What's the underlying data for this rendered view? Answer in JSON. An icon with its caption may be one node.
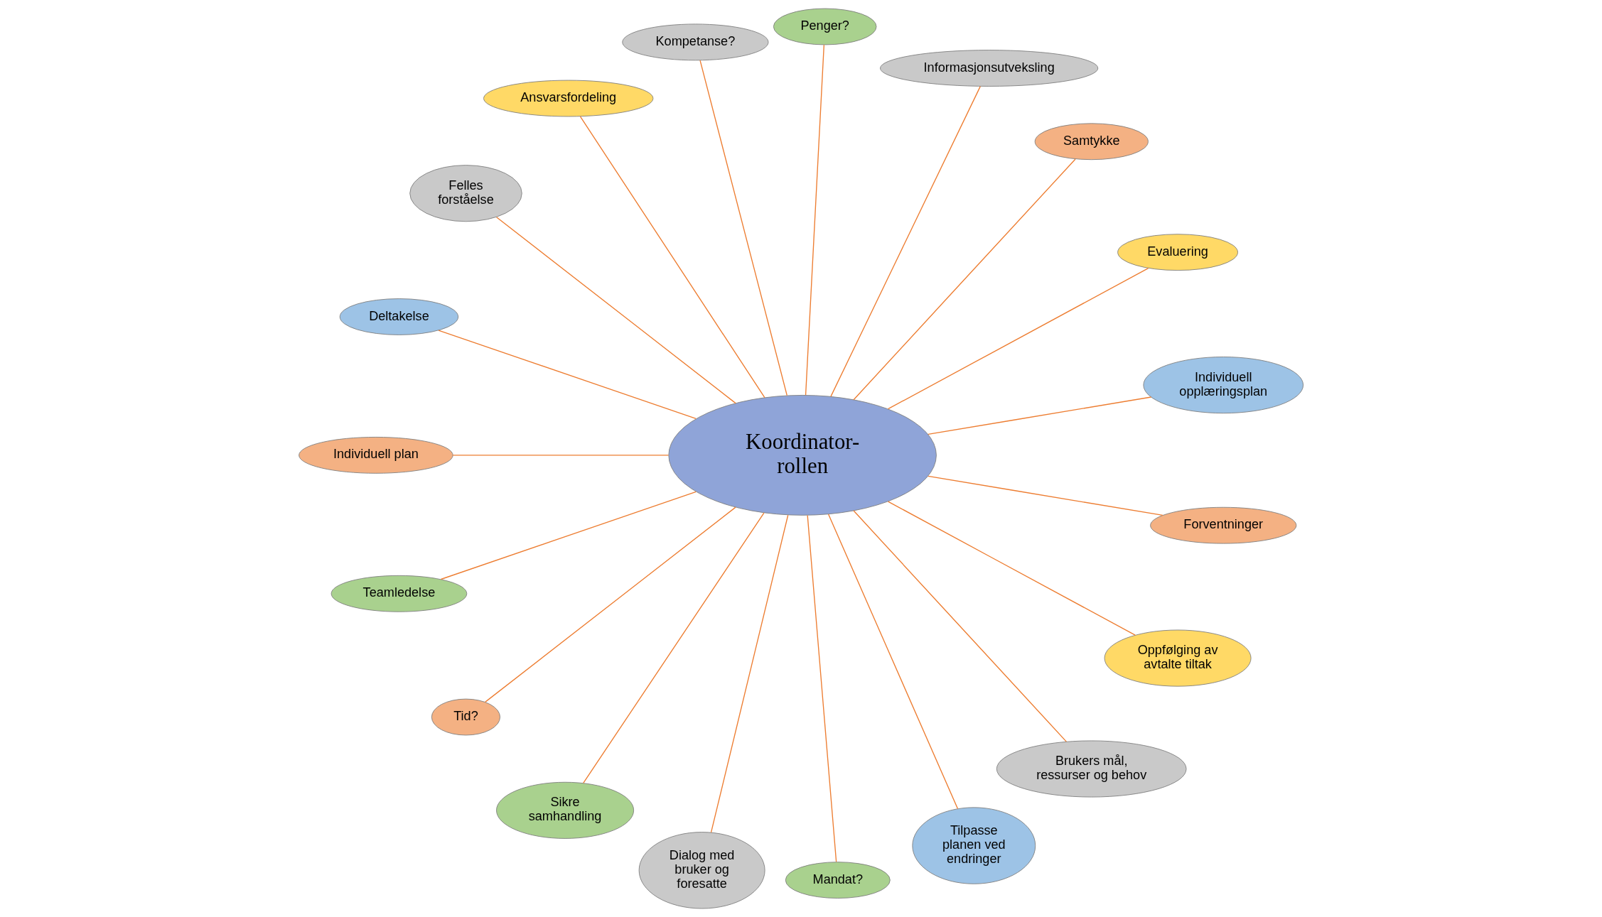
{
  "diagram": {
    "nodes": [
      {
        "text": [
          "Koordinator- rollen"
        ]
      },
      {
        "text": [
          "Individuell opplæringsplan"
        ]
      },
      {
        "text": [
          "Evaluering"
        ]
      },
      {
        "text": [
          "Samtykke"
        ]
      },
      {
        "text": [
          "Informasjonsutveksling"
        ]
      },
      {
        "text": [
          "Penger?"
        ]
      },
      {
        "text": [
          "Kompetanse?"
        ]
      },
      {
        "text": [
          "Ansvarsfordeling"
        ]
      },
      {
        "text": [
          "Felles forståelse"
        ]
      },
      {
        "text": [
          "Deltakelse"
        ]
      },
      {
        "text": [
          "Individuell plan"
        ]
      },
      {
        "text": [
          "Teamledelse"
        ]
      },
      {
        "text": [
          "Tid?"
        ]
      },
      {
        "text": [
          "Sikre samhandling"
        ]
      },
      {
        "text": [
          "Dialog med bruker og foresatte"
        ]
      },
      {
        "text": [
          "Mandat?"
        ]
      },
      {
        "text": [
          "Tilpasse planen ved endringer"
        ]
      },
      {
        "text": [
          "Brukers mål, ressurser og behov"
        ]
      },
      {
        "text": [
          "Oppfølging av avtalte tiltak"
        ]
      },
      {
        "text": [
          "Forventninger"
        ]
      }
    ],
    "edges": [
      {
        "from": 0,
        "to": 2,
        "arrow": "none"
      },
      {
        "from": 0,
        "to": 3,
        "arrow": "none"
      },
      {
        "from": 0,
        "to": 6,
        "arrow": "none"
      },
      {
        "from": 0,
        "to": 4,
        "arrow": "none"
      },
      {
        "from": 0,
        "to": 7,
        "arrow": "none"
      },
      {
        "from": 0,
        "to": 9,
        "arrow": "none"
      },
      {
        "from": 0,
        "to": 11,
        "arrow": "none"
      },
      {
        "from": 0,
        "to": 12,
        "arrow": "none"
      },
      {
        "from": 0,
        "to": 14,
        "arrow": "none"
      },
      {
        "from": 0,
        "to": 19,
        "arrow": "none"
      },
      {
        "from": 0,
        "to": 18,
        "arrow": "none"
      },
      {
        "from": 0,
        "to": 15,
        "arrow": "none"
      },
      {
        "from": 0,
        "to": 17,
        "arrow": "none"
      },
      {
        "from": 0,
        "to": 16,
        "arrow": "none"
      },
      {
        "from": 0,
        "to": 13,
        "arrow": "none"
      },
      {
        "from": 0,
        "to": 10,
        "arrow": "none"
      },
      {
        "from": 0,
        "to": 8,
        "arrow": "none"
      },
      {
        "from": 0,
        "to": 1,
        "arrow": "none"
      },
      {
        "from": 0,
        "to": 5,
        "arrow": "none"
      }
    ]
  }
}
